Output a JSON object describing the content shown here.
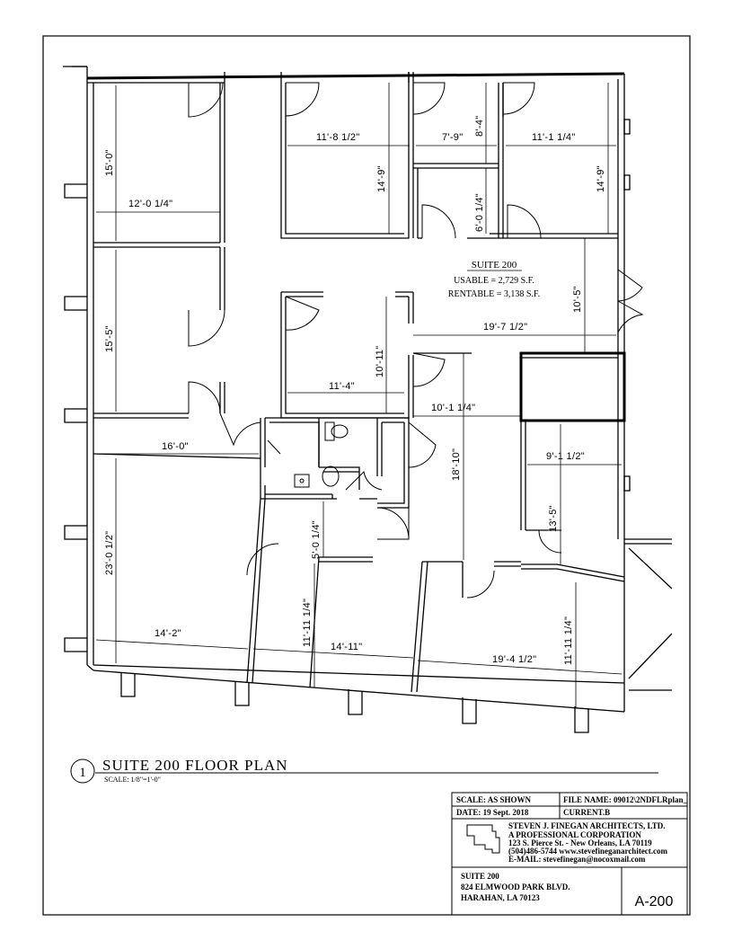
{
  "suite": {
    "name": "SUITE 200",
    "usable": "USABLE = 2,729 S.F.",
    "rentable": "RENTABLE = 3,138 S.F."
  },
  "dimensions": {
    "d1": "15'-0\"",
    "d2": "12'-0 1/4\"",
    "d3": "11'-8 1/2\"",
    "d4": "14'-9\"",
    "d5": "7'-9\"",
    "d6": "8'-4\"",
    "d7": "11'-1 1/4\"",
    "d8": "14'-9\"",
    "d9": "6'-0 1/4\"",
    "d10": "10'-5\"",
    "d11": "15'-5\"",
    "d12": "10'-11\"",
    "d13": "11'-4\"",
    "d14": "19'-7 1/2\"",
    "d15": "10'-1 1/4\"",
    "d16": "16'-0\"",
    "d17": "18'-10\"",
    "d18": "9'-1 1/2\"",
    "d19": "13'-5\"",
    "d20": "23'-0 1/2\"",
    "d21": "5'-0 1/4\"",
    "d22": "11'-11 1/4\"",
    "d23": "14'-2\"",
    "d24": "14'-11\"",
    "d25": "19'-4 1/2\"",
    "d26": "11'-11 1/4\""
  },
  "drawing": {
    "number": "1",
    "title": "SUITE 200 FLOOR PLAN",
    "scale": "SCALE: 1/8\"=1'-0\""
  },
  "title_block": {
    "scale": "SCALE: AS SHOWN",
    "file_name": "FILE NAME: 09012\\2NDFLRplan_",
    "date": "DATE: 19 Sept. 2018",
    "current": "CURRENT.B",
    "firm_line1": "STEVEN J. FINEGAN ARCHITECTS, LTD.",
    "firm_line2": "A PROFESSIONAL CORPORATION",
    "firm_line3": "123 S. Pierce St. - New Orleans, LA 70119",
    "firm_line4": "(504)486-5744  www.stevefineganarchitect.com",
    "firm_line5": "E-MAIL: stevefinegan@nocoxmail.com",
    "project_line1": "SUITE 200",
    "project_line2": "824 ELMWOOD PARK BLVD.",
    "project_line3": "HARAHAN, LA 70123",
    "sheet_number": "A-200"
  }
}
